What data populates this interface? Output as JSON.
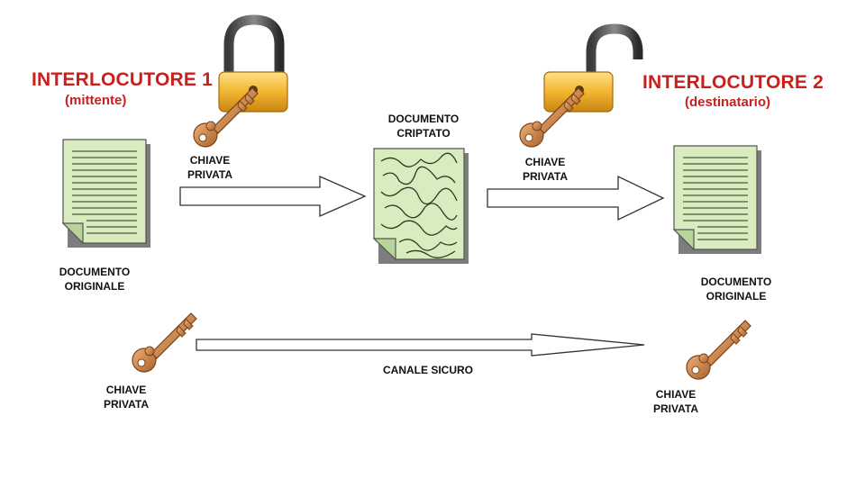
{
  "sender": {
    "title": "INTERLOCUTORE 1",
    "role": "(mittente)"
  },
  "receiver": {
    "title": "INTERLOCUTORE 2",
    "role": "(destinatario)"
  },
  "labels": {
    "doc_original_left_1": "DOCUMENTO",
    "doc_original_left_2": "ORIGINALE",
    "doc_original_right_1": "DOCUMENTO",
    "doc_original_right_2": "ORIGINALE",
    "doc_encrypted_1": "DOCUMENTO",
    "doc_encrypted_2": "CRIPTATO",
    "key_top_left_1": "CHIAVE",
    "key_top_left_2": "PRIVATA",
    "key_top_right_1": "CHIAVE",
    "key_top_right_2": "PRIVATA",
    "key_bottom_left_1": "CHIAVE",
    "key_bottom_left_2": "PRIVATA",
    "key_bottom_right_1": "CHIAVE",
    "key_bottom_right_2": "PRIVATA",
    "secure_channel": "CANALE SICURO"
  },
  "colors": {
    "title_red": "#c8201c",
    "document_fill": "#d8ecc0",
    "padlock_gold": "#f2b630",
    "key_copper": "#c9803f"
  },
  "icons": [
    "padlock-closed-icon",
    "padlock-open-icon",
    "key-icon",
    "document-icon",
    "encrypted-document-icon",
    "arrow-icon"
  ]
}
